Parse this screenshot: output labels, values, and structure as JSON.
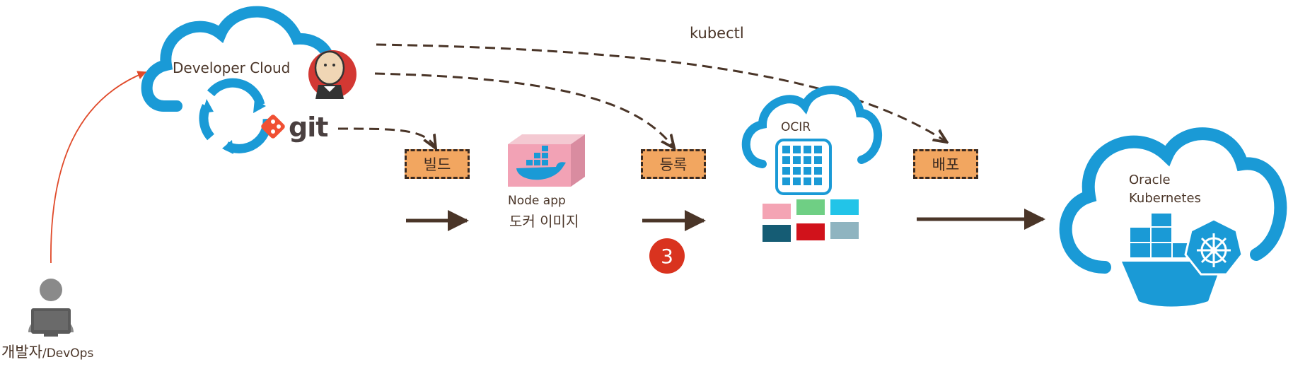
{
  "developer_cloud": {
    "label": "Developer Cloud"
  },
  "git": {
    "label": "git"
  },
  "kubectl": {
    "label": "kubectl"
  },
  "steps": {
    "build": "빌드",
    "register": "등록",
    "deploy": "배포",
    "badge": "3"
  },
  "docker_image": {
    "line1": "Node app",
    "line2": "도커 이미지"
  },
  "ocir": {
    "label": "OCIR"
  },
  "oracle_kubernetes": {
    "line1": "Oracle",
    "line2": "Kubernetes"
  },
  "developer": {
    "label_main": "개발자",
    "label_sub": "/DevOps"
  },
  "colors": {
    "cloud_blue": "#1a9ad6",
    "arrow_brown": "#4a3528",
    "step_orange": "#f2a660",
    "badge_red": "#d9331f",
    "dev_arrow_red": "#e04a2a"
  }
}
